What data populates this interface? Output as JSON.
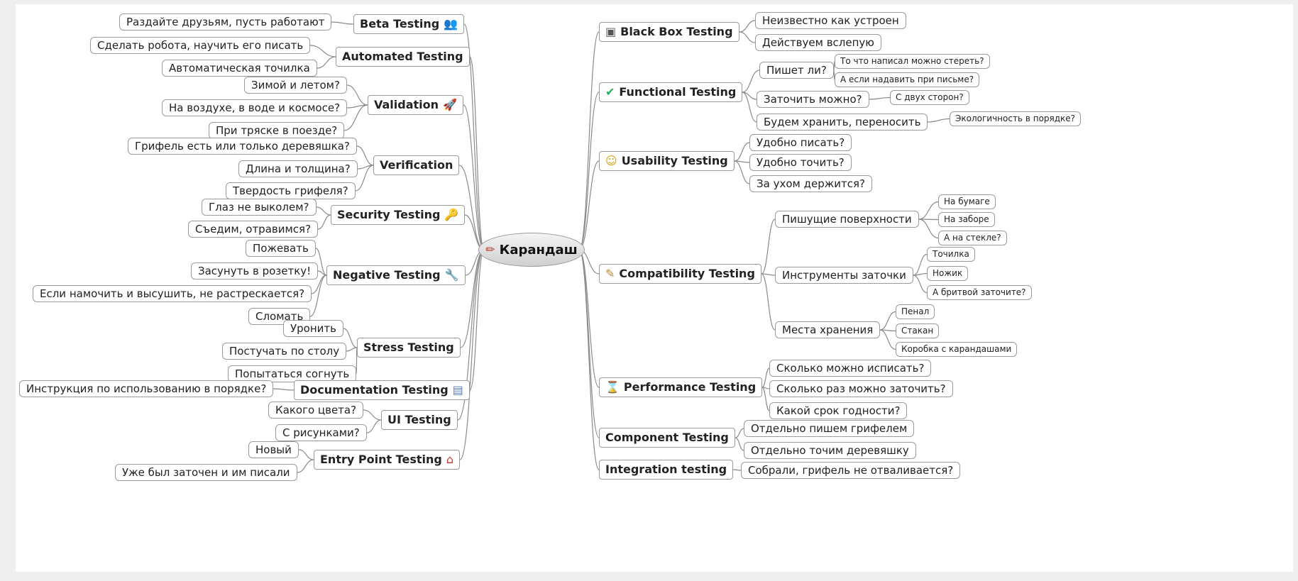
{
  "central": {
    "label": "Карандаш",
    "icon": "pencil-icon"
  },
  "branches": [
    {
      "id": "beta",
      "side": "left",
      "label": "Beta Testing",
      "icon": "people-icon",
      "children": [
        {
          "label": "Раздайте друзьям, пусть работают"
        }
      ]
    },
    {
      "id": "automated",
      "side": "left",
      "label": "Automated Testing",
      "icon": "",
      "children": [
        {
          "label": "Сделать робота, научить его писать"
        },
        {
          "label": "Автоматическая точилка"
        }
      ]
    },
    {
      "id": "validation",
      "side": "left",
      "label": "Validation",
      "icon": "rocket-icon",
      "children": [
        {
          "label": "Зимой и летом?"
        },
        {
          "label": "На воздухе, в воде и космосе?"
        },
        {
          "label": "При тряске в поезде?"
        }
      ]
    },
    {
      "id": "verification",
      "side": "left",
      "label": "Verification",
      "icon": "",
      "children": [
        {
          "label": "Грифель есть или только деревяшка?"
        },
        {
          "label": "Длина и толщина?"
        },
        {
          "label": "Твердость грифеля?"
        }
      ]
    },
    {
      "id": "security",
      "side": "left",
      "label": "Security Testing",
      "icon": "key-icon",
      "children": [
        {
          "label": "Глаз не выколем?"
        },
        {
          "label": "Съедим, отравимся?"
        }
      ]
    },
    {
      "id": "negative",
      "side": "left",
      "label": "Negative Testing",
      "icon": "tools-icon",
      "children": [
        {
          "label": "Пожевать"
        },
        {
          "label": "Засунуть в розетку!"
        },
        {
          "label": "Если намочить и высушить, не растрескается?"
        },
        {
          "label": "Сломать"
        }
      ]
    },
    {
      "id": "stress",
      "side": "left",
      "label": "Stress Testing",
      "icon": "",
      "children": [
        {
          "label": "Уронить"
        },
        {
          "label": "Постучать по столу"
        },
        {
          "label": "Попытаться согнуть"
        }
      ]
    },
    {
      "id": "documentation",
      "side": "left",
      "label": "Documentation Testing",
      "icon": "document-icon",
      "children": [
        {
          "label": "Инструкция по использованию в порядке?"
        }
      ]
    },
    {
      "id": "ui",
      "side": "left",
      "label": "UI Testing",
      "icon": "",
      "children": [
        {
          "label": "Какого цвета?"
        },
        {
          "label": "С рисунками?"
        }
      ]
    },
    {
      "id": "entry",
      "side": "left",
      "label": "Entry Point Testing",
      "icon": "house-icon",
      "children": [
        {
          "label": "Новый"
        },
        {
          "label": "Уже был заточен и им писали"
        }
      ]
    },
    {
      "id": "blackbox",
      "side": "right",
      "label": "Black Box Testing",
      "icon": "box-icon",
      "children": [
        {
          "label": "Неизвестно как устроен"
        },
        {
          "label": "Действуем вслепую"
        }
      ]
    },
    {
      "id": "functional",
      "side": "right",
      "label": "Functional Testing",
      "icon": "checkmark-icon",
      "children": [
        {
          "label": "Пишет ли?",
          "children": [
            {
              "label": "То что написал можно стереть?"
            },
            {
              "label": "А если надавить при письме?"
            }
          ]
        },
        {
          "label": "Заточить можно?",
          "children": [
            {
              "label": "С двух сторон?"
            }
          ]
        },
        {
          "label": "Будем хранить, переносить",
          "children": [
            {
              "label": "Экологичность в порядке?"
            }
          ]
        }
      ]
    },
    {
      "id": "usability",
      "side": "right",
      "label": "Usability Testing",
      "icon": "smiley-icon",
      "children": [
        {
          "label": "Удобно писать?"
        },
        {
          "label": "Удобно точить?"
        },
        {
          "label": "За ухом держится?"
        }
      ]
    },
    {
      "id": "compatibility",
      "side": "right",
      "label": "Compatibility Testing",
      "icon": "notepad-icon",
      "children": [
        {
          "label": "Пишущие поверхности",
          "children": [
            {
              "label": "На бумаге"
            },
            {
              "label": "На заборе"
            },
            {
              "label": "А на стекле?"
            }
          ]
        },
        {
          "label": "Инструменты заточки",
          "children": [
            {
              "label": "Точилка"
            },
            {
              "label": "Ножик"
            },
            {
              "label": "А бритвой заточите?"
            }
          ]
        },
        {
          "label": "Места хранения",
          "children": [
            {
              "label": "Пенал"
            },
            {
              "label": "Стакан"
            },
            {
              "label": "Коробка с карандашами"
            }
          ]
        }
      ]
    },
    {
      "id": "performance",
      "side": "right",
      "label": "Performance Testing",
      "icon": "hourglass-icon",
      "children": [
        {
          "label": "Сколько можно исписать?"
        },
        {
          "label": "Сколько раз можно заточить?"
        },
        {
          "label": "Какой срок годности?"
        }
      ]
    },
    {
      "id": "component",
      "side": "right",
      "label": "Component Testing",
      "icon": "",
      "children": [
        {
          "label": "Отдельно пишем грифелем"
        },
        {
          "label": "Отдельно точим деревяшку"
        }
      ]
    },
    {
      "id": "integration",
      "side": "right",
      "label": "Integration testing",
      "icon": "",
      "children": [
        {
          "label": "Собрали, грифель не отваливается?"
        }
      ]
    }
  ]
}
